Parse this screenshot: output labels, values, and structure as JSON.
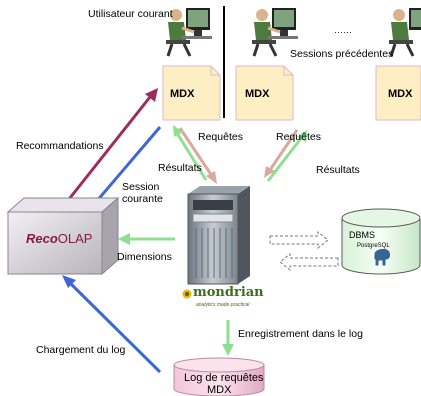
{
  "top": {
    "current_user": "Utilisateur courant",
    "ellipsis": "……",
    "previous_sessions": "Sessions précédentes"
  },
  "mdx_docs": [
    "MDX",
    "MDX",
    "MDX"
  ],
  "arrows": {
    "requetes_left": "Requêtes",
    "requetes_right": "Requêtes",
    "resultats_left": "Résultats",
    "resultats_right": "Résultats",
    "recommandations": "Recommandations",
    "session_line1": "Session",
    "session_line2": "courante",
    "dimensions": "Dimensions",
    "enregistrement": "Enregistrement dans le log",
    "chargement": "Chargement du log"
  },
  "recoolap": {
    "prefix": "Reco",
    "suffix": "OLAP"
  },
  "dbms": {
    "label": "DBMS",
    "product": "PostgreSQL"
  },
  "mondrian": {
    "logo": "mondrian",
    "tagline": "analytics made practical"
  },
  "log_db": {
    "line1": "Log de requêtes",
    "line2": "MDX"
  },
  "colors": {
    "purple": "#9b2d5e",
    "blue": "#3f66d6",
    "pink": "#d9a9a0",
    "green": "#8ee08e",
    "doc_fill": "#fdeec3",
    "recoolap_text": "#8b1a3a"
  }
}
